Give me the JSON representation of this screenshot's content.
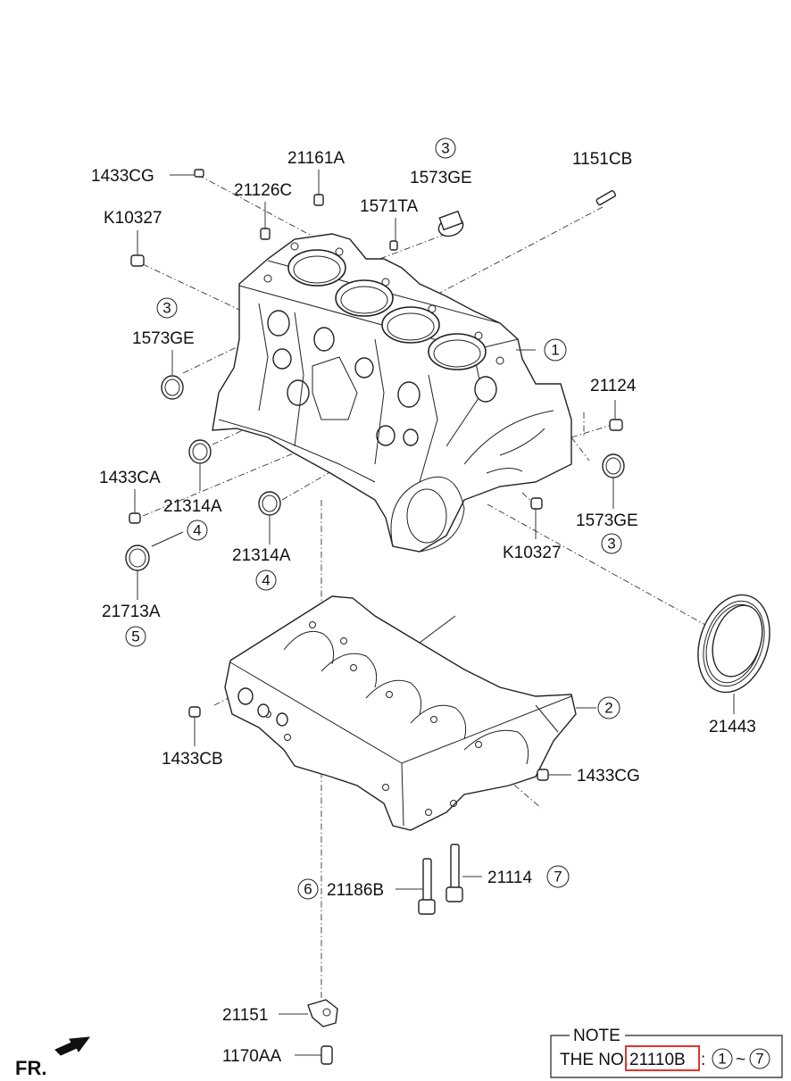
{
  "labels": {
    "l_1433CG_top": "1433CG",
    "l_21161A": "21161A",
    "l_21126C": "21126C",
    "l_1571TA": "1571TA",
    "l_1573GE_top": "1573GE",
    "l_1151CB": "1151CB",
    "l_K10327_left": "K10327",
    "l_1573GE_left": "1573GE",
    "l_21124": "21124",
    "l_1433CA": "1433CA",
    "l_21314A_left": "21314A",
    "l_21314A_mid": "21314A",
    "l_1573GE_right": "1573GE",
    "l_K10327_right": "K10327",
    "l_21713A": "21713A",
    "l_21443": "21443",
    "l_1433CB": "1433CB",
    "l_1433CG_right": "1433CG",
    "l_21186B": "21186B",
    "l_21114": "21114",
    "l_21151": "21151",
    "l_1170AA": "1170AA"
  },
  "callouts": {
    "c_3_top": "3",
    "c_3_left": "3",
    "c_3_right": "3",
    "c_1": "1",
    "c_2": "2",
    "c_4_a": "4",
    "c_4_b": "4",
    "c_5": "5",
    "c_6": "6",
    "c_7": "7"
  },
  "note": {
    "title": "NOTE",
    "prefix": "THE NO.",
    "part_no": "21110B",
    "separator": ":",
    "range_start": "1",
    "tilde": "~",
    "range_end": "7"
  },
  "front_marker": "FR.",
  "colors": {
    "line": "#222222",
    "highlight": "#e0352b",
    "background": "#ffffff"
  }
}
